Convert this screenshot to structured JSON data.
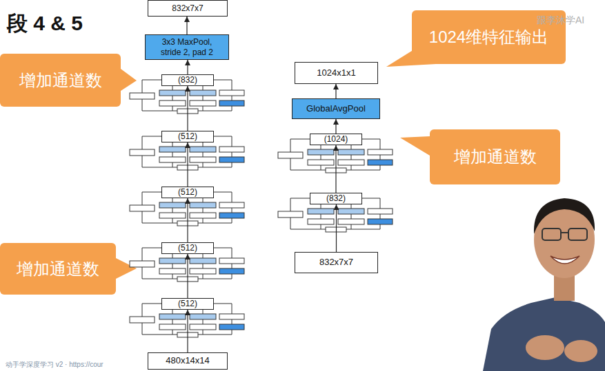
{
  "diagram": {
    "title": "段 4 & 5",
    "nodes": [
      {
        "text": [
          "832x7x7"
        ]
      },
      {
        "text": [
          "3x3 MaxPool, stride 2, pad 2"
        ]
      },
      {
        "text": [
          "(832)"
        ]
      },
      {
        "text": [
          "(512)"
        ]
      },
      {
        "text": [
          "(512)"
        ]
      },
      {
        "text": [
          "(512)"
        ]
      },
      {
        "text": [
          "(512)"
        ]
      },
      {
        "text": [
          "480x14x14"
        ]
      },
      {
        "text": [
          "1024x1x1"
        ]
      },
      {
        "text": [
          "GlobalAvgPool"
        ]
      },
      {
        "text": [
          "(1024)"
        ]
      },
      {
        "text": [
          "(832)"
        ]
      },
      {
        "text": [
          "832x7x7"
        ]
      },
      {
        "text": [
          "增加通道数"
        ]
      },
      {
        "text": [
          "增加通道数"
        ]
      },
      {
        "text": [
          "1024维特征输出"
        ]
      },
      {
        "text": [
          "增加通道数"
        ]
      }
    ],
    "edges": [
      {
        "from": 7,
        "to": 6,
        "arrow": "to"
      },
      {
        "from": 6,
        "to": 5,
        "arrow": "to"
      },
      {
        "from": 5,
        "to": 4,
        "arrow": "to"
      },
      {
        "from": 4,
        "to": 3,
        "arrow": "to"
      },
      {
        "from": 3,
        "to": 2,
        "arrow": "to"
      },
      {
        "from": 2,
        "to": 1,
        "arrow": "to"
      },
      {
        "from": 1,
        "to": 0,
        "arrow": "to"
      },
      {
        "from": 12,
        "to": 11,
        "arrow": "to"
      },
      {
        "from": 11,
        "to": 10,
        "arrow": "to"
      },
      {
        "from": 10,
        "to": 9,
        "arrow": "to"
      },
      {
        "from": 9,
        "to": 8,
        "arrow": "to"
      }
    ],
    "labels": [
      "跟李沐学AI",
      "动手学深度学习 v2 · https://cour"
    ]
  }
}
